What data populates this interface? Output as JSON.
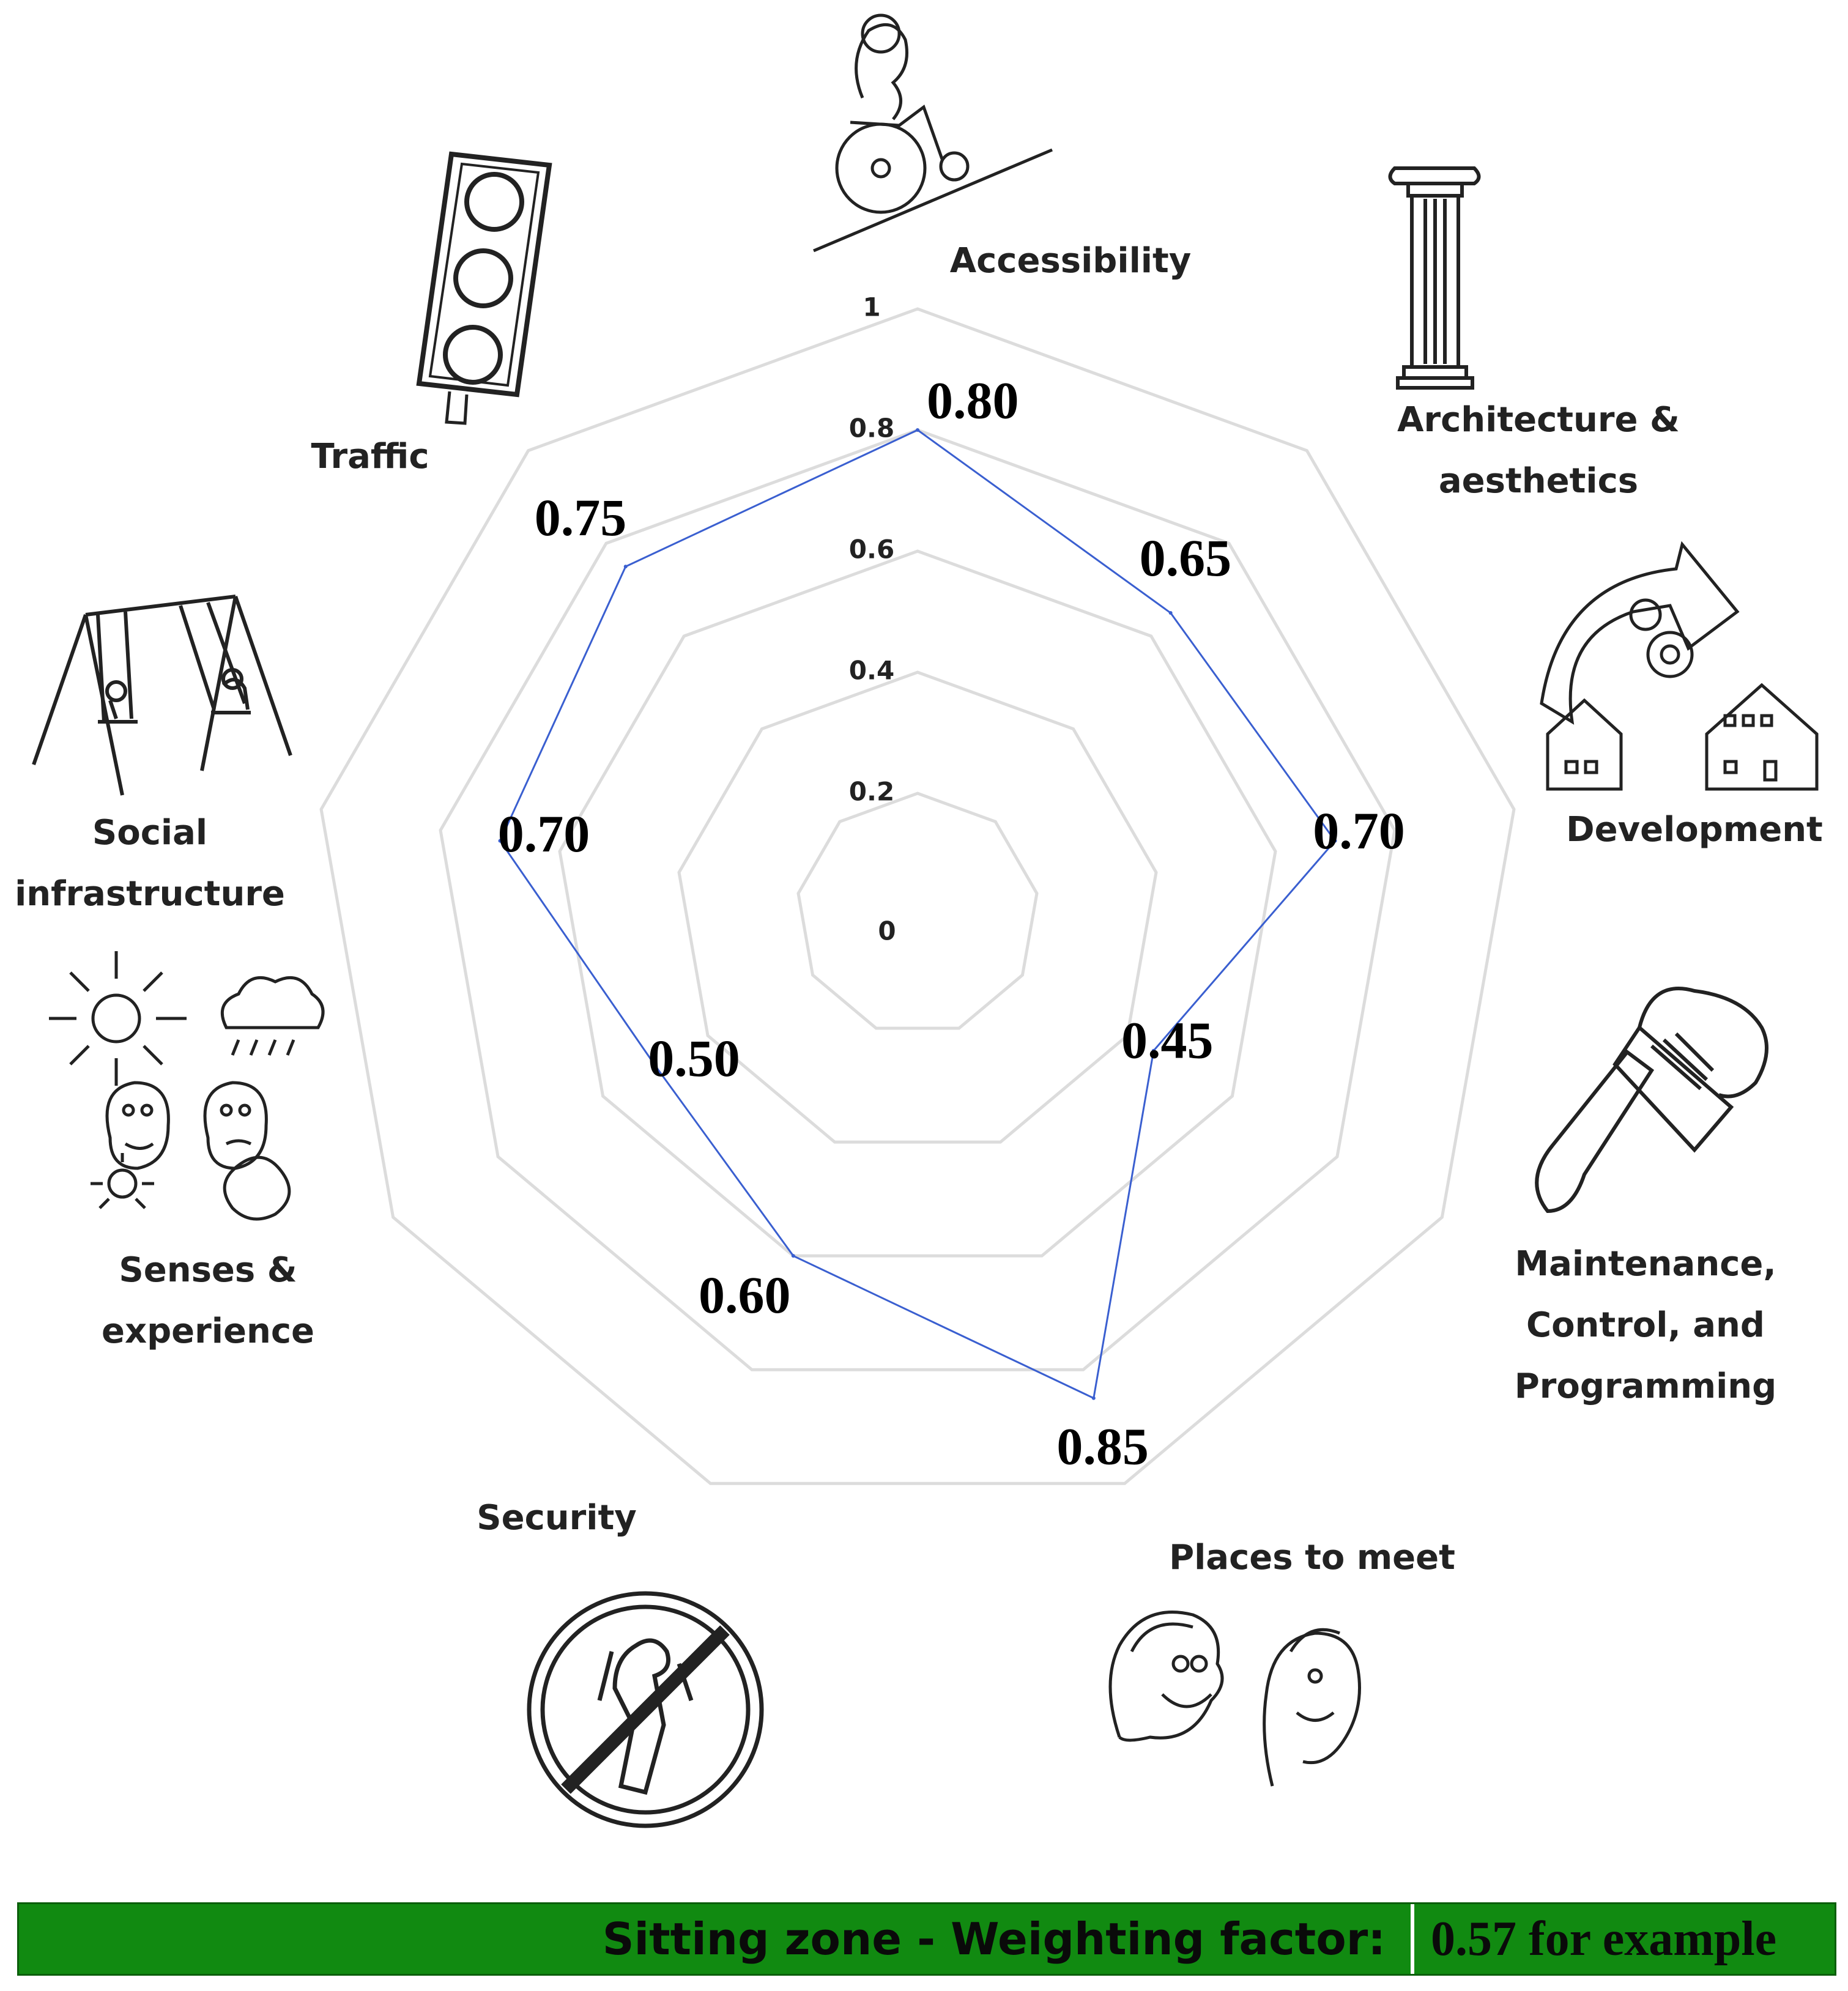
{
  "chart_data": {
    "type": "radar",
    "categories": [
      "Accessibility",
      "Architecture & aesthetics",
      "Development",
      "Maintenance, Control, and Programming",
      "Places to meet",
      "Security",
      "Senses & experience",
      "Social infrastructure",
      "Traffic"
    ],
    "values": [
      0.8,
      0.65,
      0.7,
      0.45,
      0.85,
      0.6,
      0.5,
      0.7,
      0.75
    ],
    "value_labels": [
      "0.80",
      "0.65",
      "0.70",
      "0.45",
      "0.85",
      "0.60",
      "0.50",
      "0.70",
      "0.75"
    ],
    "rlim": [
      0,
      1
    ],
    "r_ticks": [
      "0",
      "0.2",
      "0.4",
      "0.6",
      "0.8",
      "1"
    ],
    "grid": true,
    "line_color": "#3a5fd0",
    "grid_color": "#dcdcdc"
  },
  "icons": [
    "wheelchair-ramp-icon",
    "column-icon",
    "development-gears-houses-icon",
    "paintbrush-icon",
    "two-faces-icon",
    "no-thief-icon",
    "sun-rain-faces-icon",
    "swing-set-icon",
    "traffic-light-icon"
  ],
  "footer": {
    "label": "Sitting zone - Weighting factor:",
    "value": "0.57 for example",
    "bg_color": "#118a11"
  }
}
